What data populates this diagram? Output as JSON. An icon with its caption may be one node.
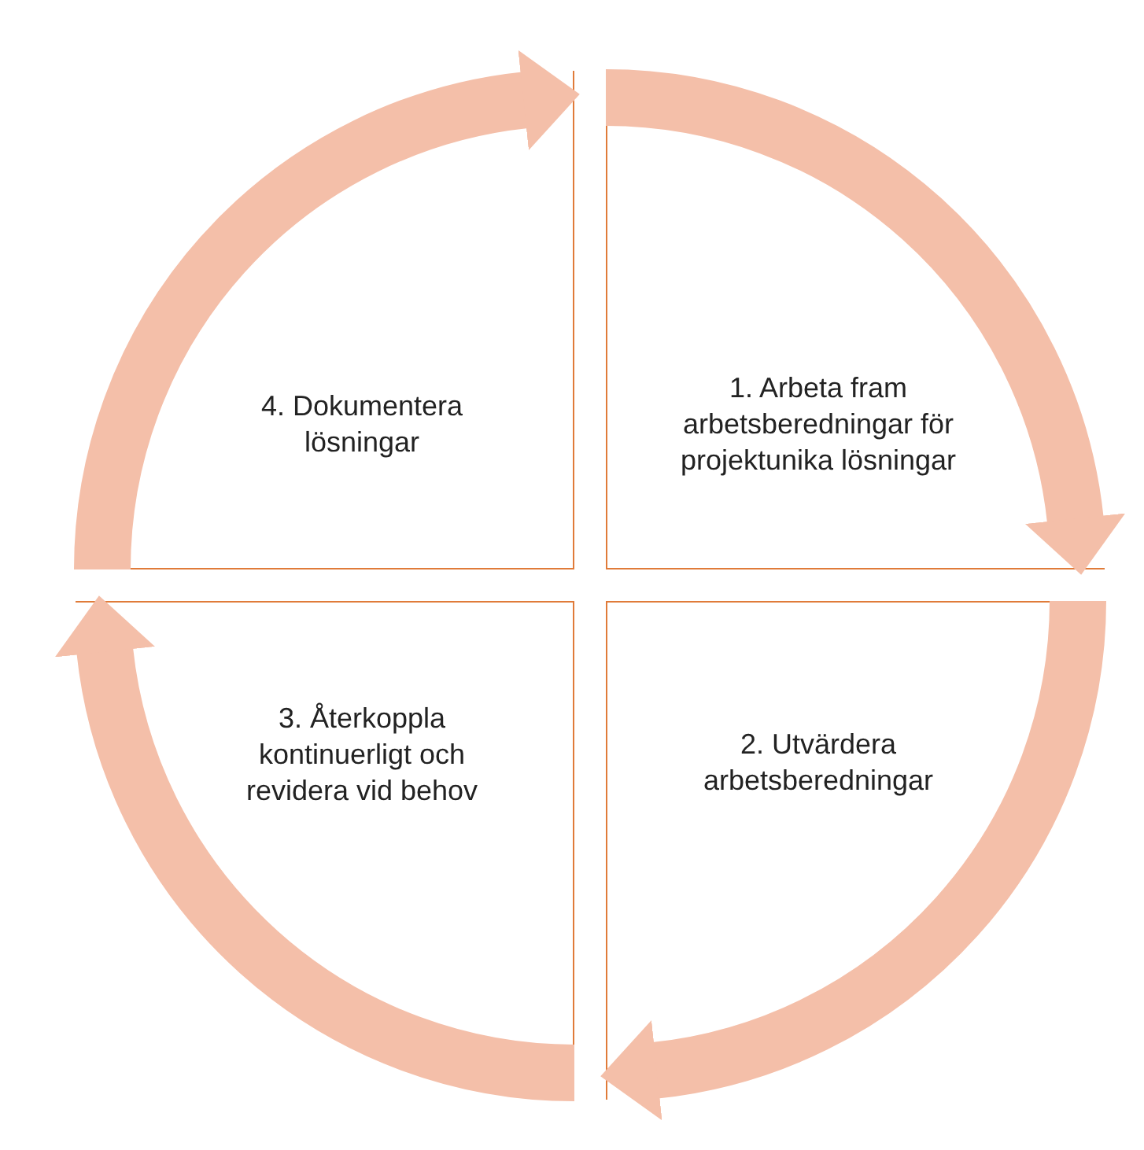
{
  "diagram": {
    "nodes": [
      {
        "text": [
          "4. Dokumentera lösningar"
        ]
      },
      {
        "text": [
          "1. Arbeta fram arbetsberedningar för projektunika lösningar"
        ]
      },
      {
        "text": [
          "3. Återkoppla kontinuerligt och revidera vid behov"
        ]
      },
      {
        "text": [
          "2. Utvärdera arbetsberedningar"
        ]
      }
    ],
    "edges": [
      {
        "from": 1,
        "to": 3,
        "arrow": "to"
      },
      {
        "from": 3,
        "to": 2,
        "arrow": "to"
      },
      {
        "from": 2,
        "to": 0,
        "arrow": "to"
      },
      {
        "from": 0,
        "to": 1,
        "arrow": "to"
      }
    ]
  }
}
